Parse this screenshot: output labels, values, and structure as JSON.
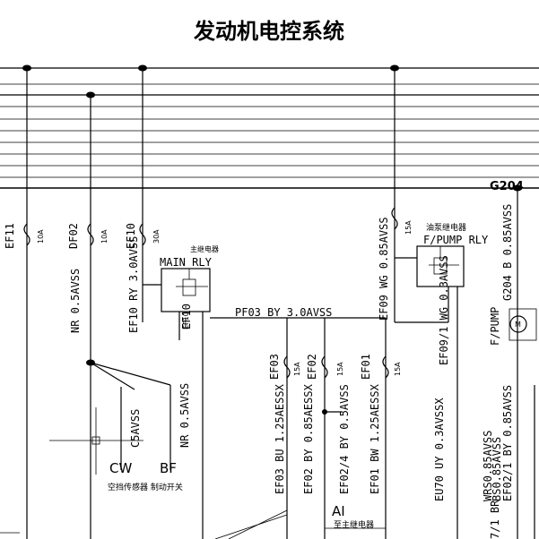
{
  "title": "发动机电控系统",
  "connector": "G204",
  "fuses": [
    {
      "code": "EF11",
      "amp": "10A"
    },
    {
      "code": "DF02",
      "amp": "10A"
    },
    {
      "code": "EF10",
      "amp": "30A"
    },
    {
      "code": "EF09",
      "amp": "15A"
    },
    {
      "code": "EF03",
      "amp": "15A"
    },
    {
      "code": "EF02",
      "amp": "15A"
    },
    {
      "code": "EF01",
      "amp": "15A"
    }
  ],
  "relays": {
    "main_cn": "主继电器",
    "main": "MAIN RLY",
    "pump_cn": "油泵继电器",
    "pump": "F/PUMP RLY"
  },
  "wires": {
    "pf03": "PF03  BY  3.0AVSS",
    "nr_top": "NR 0.5AVSS",
    "ef10_ry": "EF10 RY 3.0AVSS",
    "ef09_wg": "EF09 WG 0.85AVSS",
    "ef09_1": "EF09/1 WG 0.3AVSS",
    "g204_b": "G204 B 0.85AVSS",
    "f_pump": "F/PUMP",
    "c5": "C5AVSS",
    "nr_low": "NR 0.5AVSS",
    "ef03_bu": "EF03 BU 1.25AESSX",
    "ef02_by": "EF02 BY 0.85AESSX",
    "ef02_4": "EF02/4 BY 0.5AVSS",
    "ef01_bw": "EF01 BW 1.25AESSX",
    "eu70": "EU70 UY 0.3AVSSX",
    "wrs": "WRS0.85AVSS",
    "ef02_1": "EF02/1 BY 0.85AVSS",
    "bs": "BS0.85AVSS",
    "ef10_small": "EF10",
    "ef10_under": "EF10",
    "br": "7/1 BR"
  },
  "symbols": {
    "motor": "M"
  },
  "labels": {
    "cw": "CW",
    "bf": "BF",
    "cw_bf_cn": "空挡传感器  制动开关",
    "ai": "AI",
    "ai_cn": "至主继电器"
  }
}
